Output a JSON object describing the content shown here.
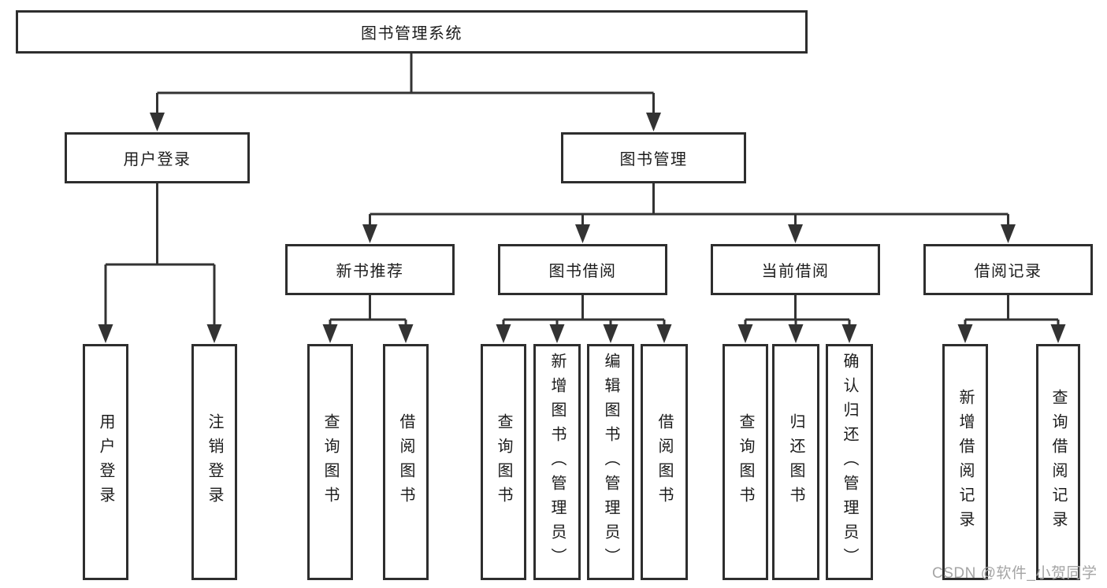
{
  "colors": {
    "line": "#333333",
    "box_border": "#2e2e2e",
    "box_background": "#ffffff",
    "text": "#1c1c1c",
    "watermark": "#a5a5a5"
  },
  "watermark": "CSDN @软件_小贺同学",
  "tree": {
    "label": "图书管理系统",
    "children": [
      {
        "label": "用户登录",
        "children": [
          {
            "label": "用户登录"
          },
          {
            "label": "注销登录"
          }
        ]
      },
      {
        "label": "图书管理",
        "children": [
          {
            "label": "新书推荐",
            "children": [
              {
                "label": "查询图书"
              },
              {
                "label": "借阅图书"
              }
            ]
          },
          {
            "label": "图书借阅",
            "children": [
              {
                "label": "查询图书"
              },
              {
                "label": "新增图书（管理员）"
              },
              {
                "label": "编辑图书（管理员）"
              },
              {
                "label": "借阅图书"
              }
            ]
          },
          {
            "label": "当前借阅",
            "children": [
              {
                "label": "查询图书"
              },
              {
                "label": "归还图书"
              },
              {
                "label": "确认归还（管理员）"
              }
            ]
          },
          {
            "label": "借阅记录",
            "children": [
              {
                "label": "新增借阅记录"
              },
              {
                "label": "查询借阅记录"
              }
            ]
          }
        ]
      }
    ]
  }
}
